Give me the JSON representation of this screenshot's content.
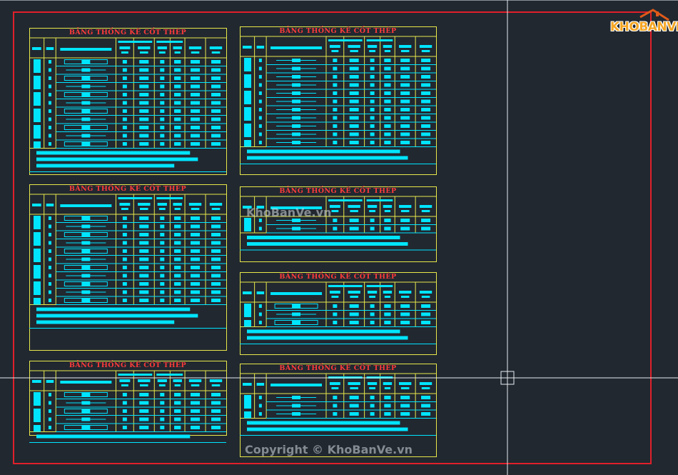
{
  "colors": {
    "background": "#212830",
    "frame": "#e0202a",
    "table_border": "#e8e84a",
    "table_content": "#00e5ff",
    "title_text": "#ff3b3b",
    "crosshair": "#e8ecf0",
    "logo_orange": "#f5a623"
  },
  "table_title": "BẢNG THỐNG KÊ CỐT THÉP",
  "tables": [
    {
      "rows": 11,
      "footers": 3
    },
    {
      "rows": 11,
      "footers": 2
    },
    {
      "rows": 11,
      "footers": 3
    },
    {
      "rows": 2,
      "footers": 2
    },
    {
      "rows": 3,
      "footers": 2
    },
    {
      "rows": 3,
      "footers": 2
    },
    {
      "rows": 5,
      "footers": 1
    }
  ],
  "logo": {
    "text": "KHOBANVE",
    "icon": "house-roof-icon"
  },
  "watermarks": {
    "center": "KhoBanVe.vn",
    "bottom": "Copyright © KhoBanVe.vn"
  },
  "crosshair": {
    "icon": "cad-cursor-icon"
  }
}
